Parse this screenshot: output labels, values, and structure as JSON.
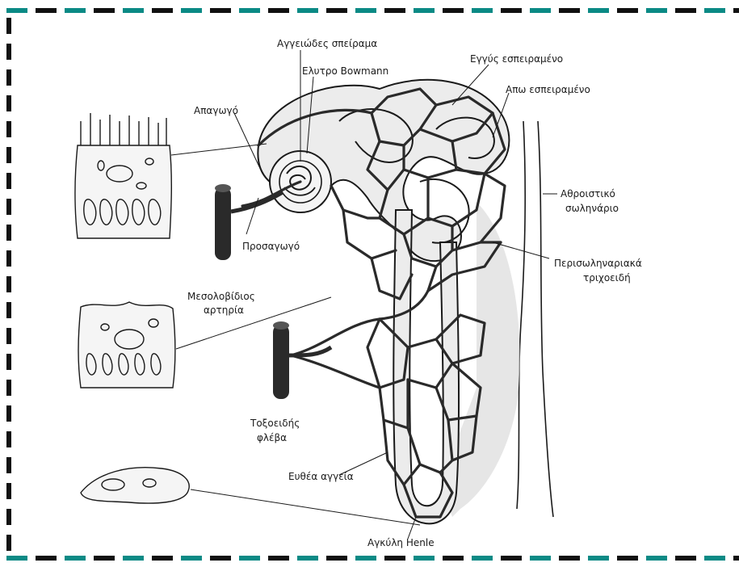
{
  "labels": {
    "glomerulus": "Αγγειώδες σπείραμα",
    "bowman": "Ελυτρο Bowmann",
    "proximal": "Εγγύς εσπειραμένο",
    "distal": "Απω εσπειραμένο",
    "efferent": "Απαγωγό",
    "collecting_line1": "Αθροιστικό",
    "collecting_line2": "σωληνάριο",
    "afferent": "Προσαγωγό",
    "peritubular_line1": "Περισωληναριακά",
    "peritubular_line2": "τριχοειδή",
    "interlobular_line1": "Μεσολοβίδιος",
    "interlobular_line2": "αρτηρία",
    "arcuate_line1": "Τοξοειδής",
    "arcuate_line2": "φλέβα",
    "vasa_recta": "Ευθέα αγγεία",
    "henle": "Αγκύλη Henle"
  },
  "colors": {
    "frame_teal": "#0b8a85",
    "frame_dark": "#111111",
    "ink": "#1a1a1a",
    "vessel": "#2a2a2a",
    "tubule_fill": "#ececec"
  }
}
